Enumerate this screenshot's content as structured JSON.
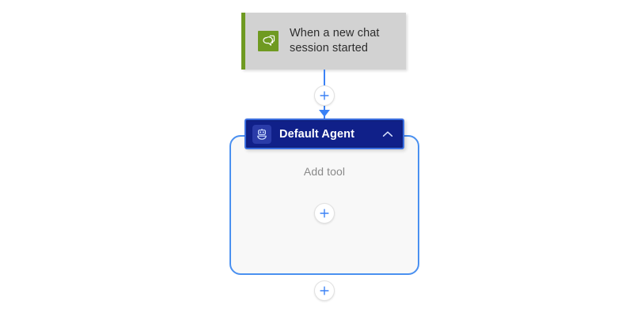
{
  "canvas": {
    "background": "#ffffff"
  },
  "trigger": {
    "label": "When a new chat session started",
    "icon": "chat-bubble-icon",
    "accent_color": "#6f9a21",
    "card_color": "#d2d2d2",
    "text_color": "#2d2d2d"
  },
  "connector": {
    "line_color": "#3b82f6",
    "add_label": "+",
    "icon": "plus-icon"
  },
  "agent": {
    "title": "Default Agent",
    "icon": "robot-icon",
    "collapse_icon": "chevron-up-icon",
    "header_color": "#102089",
    "selection_color": "#4a90f0",
    "body_color": "#f8f8f8",
    "add_tool_label": "Add tool",
    "add_tool_icon": "plus-icon"
  },
  "bottom": {
    "add_icon": "plus-icon"
  }
}
